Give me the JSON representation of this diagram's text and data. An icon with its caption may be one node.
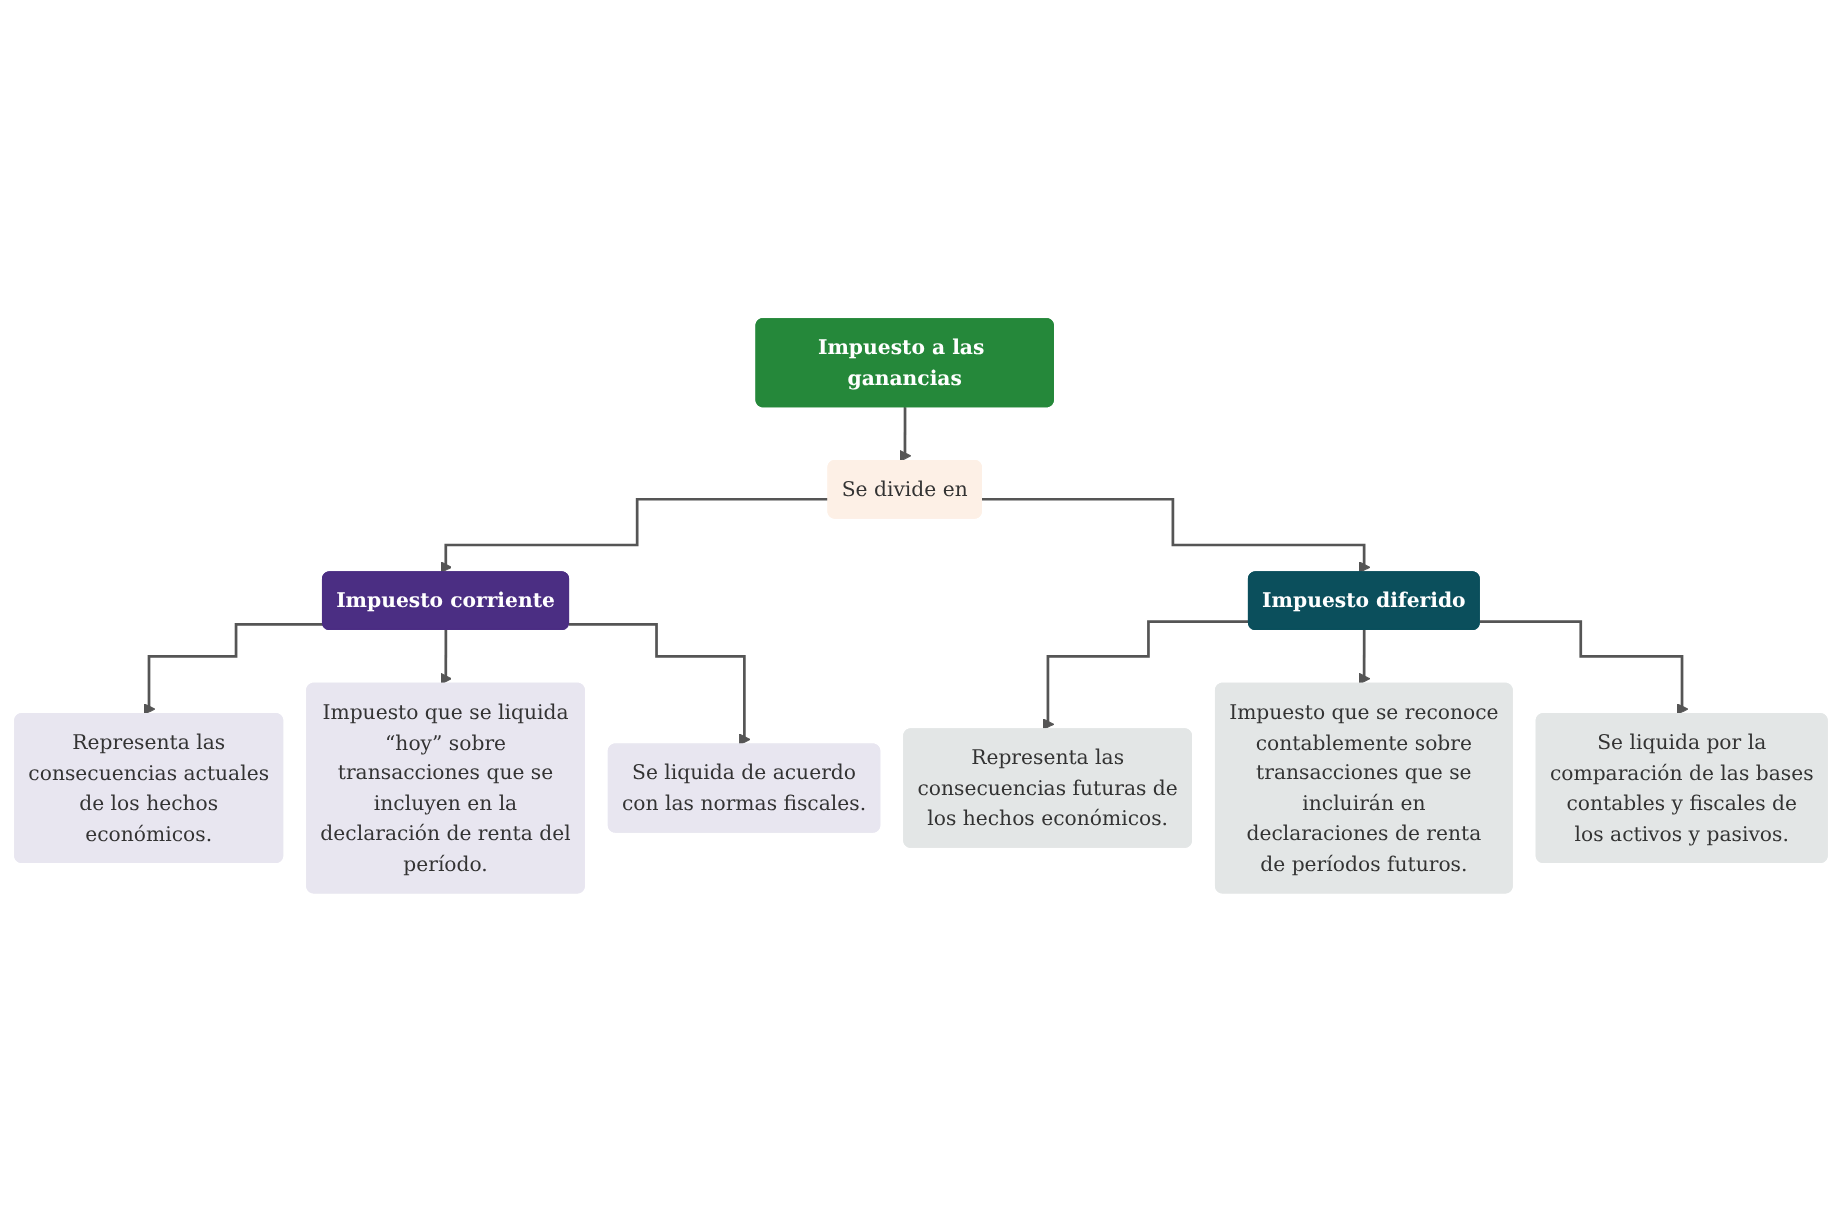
{
  "diagram": {
    "nodes": [
      {
        "text": [
          "Impuesto a las ganancias"
        ]
      },
      {
        "text": [
          "Se divide en"
        ]
      },
      {
        "text": [
          "Impuesto corriente"
        ]
      },
      {
        "text": [
          "Impuesto diferido"
        ]
      },
      {
        "text": [
          "Representa las consecuencias actuales de los hechos económicos."
        ]
      },
      {
        "text": [
          "Impuesto que se liquida “hoy” sobre transacciones que se incluyen en la declaración de renta del período."
        ]
      },
      {
        "text": [
          "Se liquida de acuerdo con las normas fiscales."
        ]
      },
      {
        "text": [
          "Representa las consecuencias futuras de los hechos económicos."
        ]
      },
      {
        "text": [
          "Impuesto que se reconoce contablemente sobre transacciones que se incluirán en declaraciones de renta de períodos futuros."
        ]
      },
      {
        "text": [
          "Se liquida por la comparación de las bases contables y fiscales de los activos y pasivos."
        ]
      }
    ],
    "edges": [
      {
        "from": 0,
        "to": 1,
        "arrow": "to"
      },
      {
        "from": 1,
        "to": 2,
        "arrow": "to"
      },
      {
        "from": 1,
        "to": 3,
        "arrow": "to"
      },
      {
        "from": 2,
        "to": 4,
        "arrow": "to"
      },
      {
        "from": 2,
        "to": 5,
        "arrow": "to"
      },
      {
        "from": 2,
        "to": 6,
        "arrow": "to"
      },
      {
        "from": 3,
        "to": 7,
        "arrow": "to"
      },
      {
        "from": 3,
        "to": 8,
        "arrow": "to"
      },
      {
        "from": 3,
        "to": 9,
        "arrow": "to"
      }
    ]
  }
}
